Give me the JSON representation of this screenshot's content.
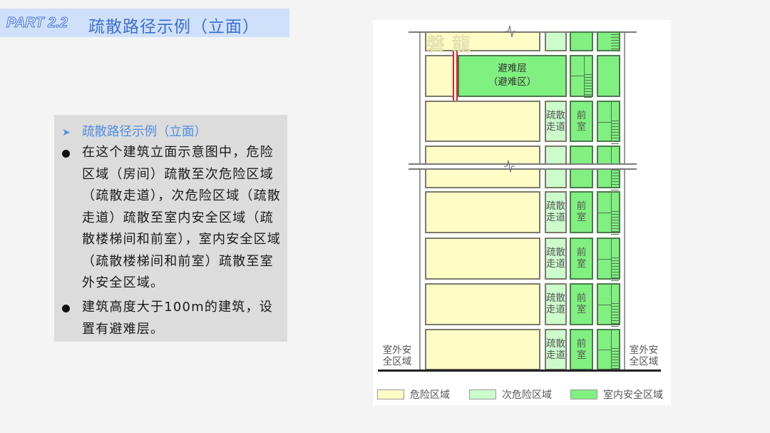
{
  "header": {
    "part_label": "PART 2.2",
    "title": "疏散路径示例（立面）"
  },
  "text_panel": {
    "subheading": "疏散路径示例（立面）",
    "subheading_icon": "arrow-right-icon",
    "bullets": [
      "在这个建筑立面示意图中，危险区域（房间）疏散至次危险区域（疏散走道），次危险区域（疏散走道）疏散至室内安全区域（疏散楼梯间和前室），室内安全区域（疏散楼梯间和前室）疏散至室外安全区域。",
      "建筑高度大于100m的建筑，设置有避难层。"
    ]
  },
  "diagram": {
    "watermark": "磐龍",
    "refuge_floor": {
      "label_line1": "避难层",
      "label_line2": "（避难区）"
    },
    "corridor_label_line1": "疏散",
    "corridor_label_line2": "走道",
    "anteroom_label_line1": "前",
    "anteroom_label_line2": "室",
    "outside_left_line1": "室外安",
    "outside_left_line2": "全区域",
    "outside_right_line1": "室外安",
    "outside_right_line2": "全区域",
    "legend": [
      {
        "label": "危险区域",
        "color": "#fffcc6"
      },
      {
        "label": "次危险区域",
        "color": "#ccfccc"
      },
      {
        "label": "室内安全区域",
        "color": "#80f080"
      }
    ],
    "colors": {
      "danger": "#fffcc6",
      "sub_danger": "#ccfccc",
      "safe": "#80f080",
      "refuge_marker": "#e02020"
    }
  }
}
